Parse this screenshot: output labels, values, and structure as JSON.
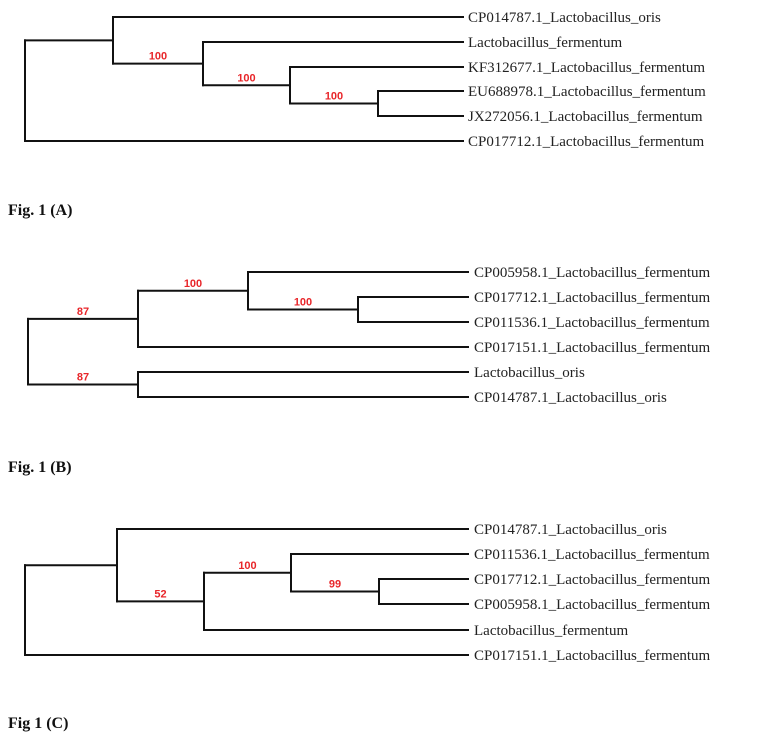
{
  "figures": [
    {
      "caption": "Fig. 1 (A)",
      "leaves": [
        "CP014787.1_Lactobacillus_oris",
        "Lactobacillus_fermentum",
        "KF312677.1_Lactobacillus_fermentum",
        "EU688978.1_Lactobacillus_fermentum",
        "JX272056.1_Lactobacillus_fermentum",
        "CP017712.1_Lactobacillus_fermentum"
      ],
      "bootstrap_values": [
        "100",
        "100",
        "100"
      ],
      "tree": {
        "children": [
          {
            "children": [
              {
                "leaf": 0
              },
              {
                "support": 0,
                "children": [
                  {
                    "leaf": 1
                  },
                  {
                    "support": 1,
                    "children": [
                      {
                        "leaf": 2
                      },
                      {
                        "support": 2,
                        "children": [
                          {
                            "leaf": 3
                          },
                          {
                            "leaf": 4
                          }
                        ]
                      }
                    ]
                  }
                ]
              }
            ]
          },
          {
            "leaf": 5
          }
        ]
      }
    },
    {
      "caption": "Fig. 1 (B)",
      "leaves": [
        "CP005958.1_Lactobacillus_fermentum",
        "CP017712.1_Lactobacillus_fermentum",
        "CP011536.1_Lactobacillus_fermentum",
        "CP017151.1_Lactobacillus_fermentum",
        "Lactobacillus_oris",
        "CP014787.1_Lactobacillus_oris"
      ],
      "bootstrap_values": [
        "87",
        "100",
        "100",
        "87"
      ],
      "tree": {
        "children": [
          {
            "support": 0,
            "children": [
              {
                "support": 1,
                "children": [
                  {
                    "leaf": 0
                  },
                  {
                    "support": 2,
                    "children": [
                      {
                        "leaf": 1
                      },
                      {
                        "leaf": 2
                      }
                    ]
                  }
                ]
              },
              {
                "leaf": 3
              }
            ]
          },
          {
            "support": 3,
            "children": [
              {
                "leaf": 4
              },
              {
                "leaf": 5
              }
            ]
          }
        ]
      }
    },
    {
      "caption": "Fig 1 (C)",
      "leaves": [
        "CP014787.1_Lactobacillus_oris",
        "CP011536.1_Lactobacillus_fermentum",
        "CP017712.1_Lactobacillus_fermentum",
        "CP005958.1_Lactobacillus_fermentum",
        "Lactobacillus_fermentum",
        "CP017151.1_Lactobacillus_fermentum"
      ],
      "bootstrap_values": [
        "52",
        "100",
        "99"
      ],
      "tree": {
        "children": [
          {
            "children": [
              {
                "leaf": 0
              },
              {
                "support": 0,
                "children": [
                  {
                    "support": 1,
                    "children": [
                      {
                        "leaf": 1
                      },
                      {
                        "support": 2,
                        "children": [
                          {
                            "leaf": 2
                          },
                          {
                            "leaf": 3
                          }
                        ]
                      }
                    ]
                  },
                  {
                    "leaf": 4
                  }
                ]
              }
            ]
          },
          {
            "leaf": 5
          }
        ]
      }
    }
  ]
}
